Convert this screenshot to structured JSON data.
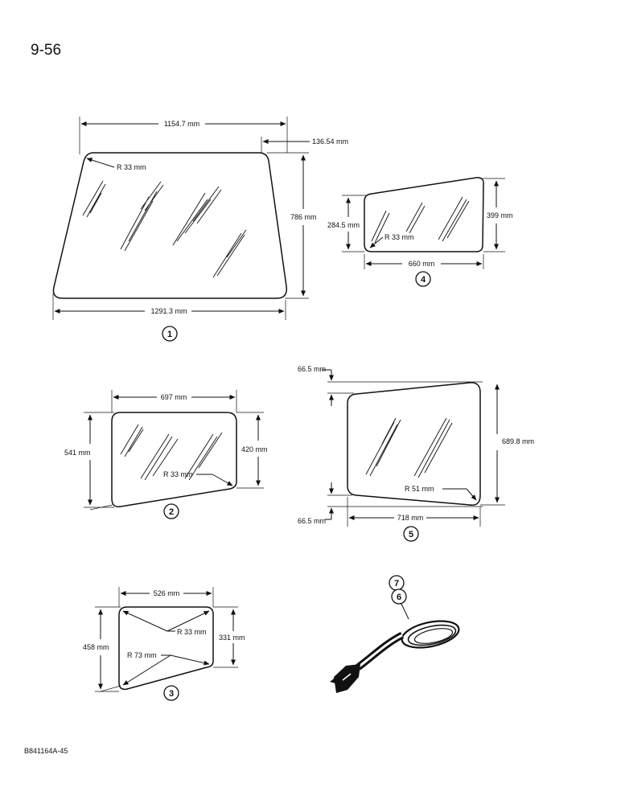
{
  "page_number": "9-56",
  "footer_code": "B841164A-45",
  "parts": {
    "p1": {
      "callout": "1",
      "top_width": "1154.7 mm",
      "offset": "136.54 mm",
      "radius": "R 33 mm",
      "height": "786 mm",
      "bottom_width": "1291.3 mm"
    },
    "p2": {
      "callout": "2",
      "width": "697 mm",
      "left_height": "541 mm",
      "right_height": "420 mm",
      "radius": "R 33 mm"
    },
    "p3": {
      "callout": "3",
      "width": "526 mm",
      "left_height": "458 mm",
      "right_height": "331 mm",
      "radius_small": "R 33 mm",
      "radius_large": "R 73 mm"
    },
    "p4": {
      "callout": "4",
      "left_height": "284.5 mm",
      "right_height": "399 mm",
      "radius": "R 33 mm",
      "width": "660 mm"
    },
    "p5": {
      "callout": "5",
      "offset_top": "66.5 mm",
      "height": "689.8 mm",
      "radius": "R 51 mm",
      "offset_bottom": "66.5 mm",
      "width": "718 mm"
    },
    "seal": {
      "callout_top": "7",
      "callout_bottom": "6"
    }
  }
}
